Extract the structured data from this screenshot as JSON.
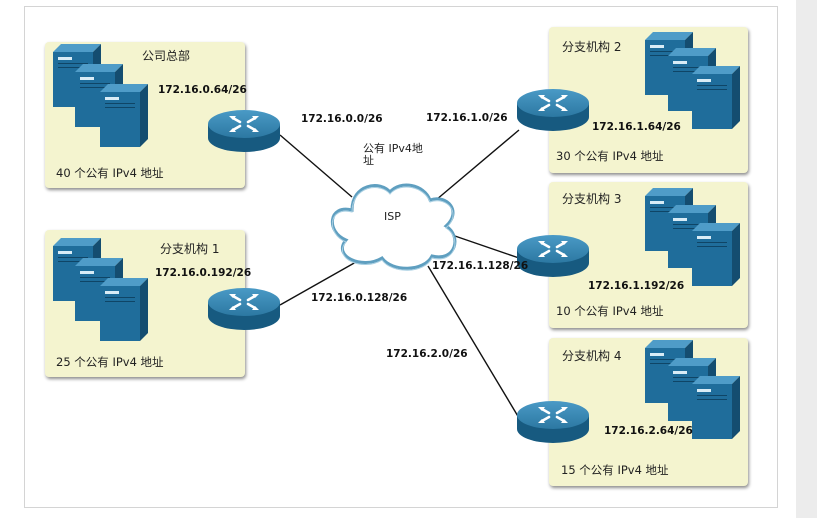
{
  "sites": [
    {
      "name": "公司总部",
      "subnet": "172.16.0.64/26",
      "count": "40 个公有 IPv4 地址"
    },
    {
      "name": "分支机构 1",
      "subnet": "172.16.0.192/26",
      "count": "25 个公有 IPv4 地址"
    },
    {
      "name": "分支机构 2",
      "subnet": "172.16.1.64/26",
      "count": "30 个公有 IPv4 地址"
    },
    {
      "name": "分支机构 3",
      "subnet": "172.16.1.192/26",
      "count": "10 个公有 IPv4 地址"
    },
    {
      "name": "分支机构 4",
      "subnet": "172.16.2.64/26",
      "count": "15 个公有 IPv4 地址"
    }
  ],
  "links": [
    {
      "label": "172.16.0.0/26"
    },
    {
      "label": "172.16.0.128/26"
    },
    {
      "label": "172.16.1.0/26"
    },
    {
      "label": "172.16.1.128/26"
    },
    {
      "label": "172.16.2.0/26"
    }
  ],
  "cloud": {
    "label": "ISP",
    "note_line1": "公有 IPv4地",
    "note_line2": "址"
  },
  "colors": {
    "panel": "#f4f4cf",
    "server": "#1f6d9b",
    "router": "#2f7fa8",
    "cloud_stroke": "#5f9fc0"
  }
}
